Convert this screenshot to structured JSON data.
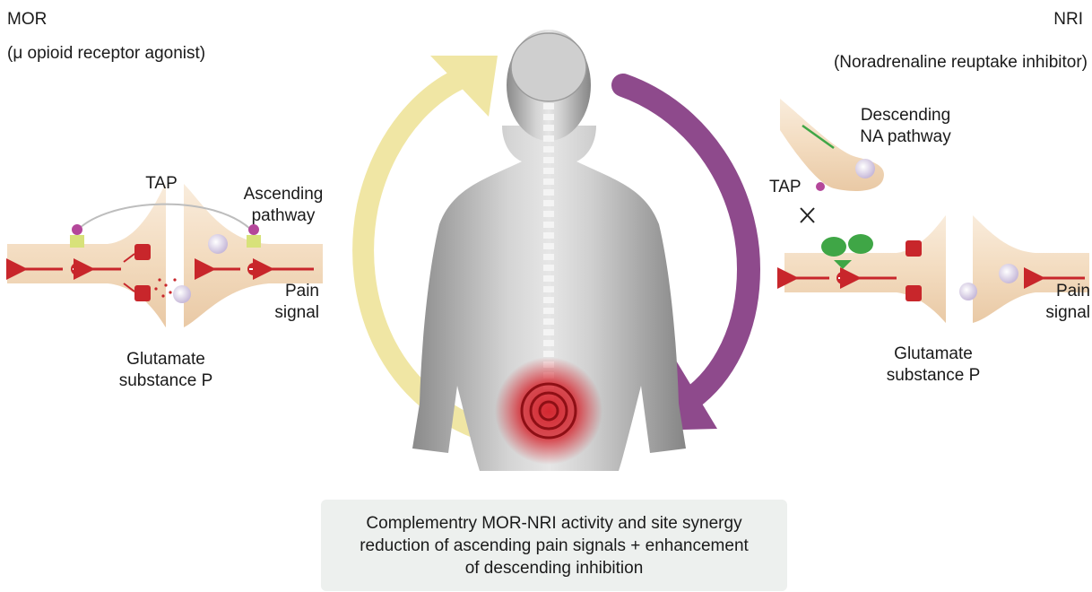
{
  "left_panel": {
    "title": "MOR",
    "subtitle": "(μ opioid receptor agonist)",
    "tap_label": "TAP",
    "pathway_label_1": "Ascending",
    "pathway_label_2": "pathway",
    "pain_label_1": "Pain",
    "pain_label_2": "signal",
    "neuro_label_1": "Glutamate",
    "neuro_label_2": "substance P"
  },
  "right_panel": {
    "title": "NRI",
    "subtitle": "(Noradrenaline reuptake inhibitor)",
    "pathway_label_1": "Descending",
    "pathway_label_2": "NA pathway",
    "tap_label": "TAP",
    "pain_label_1": "Pain",
    "pain_label_2": "signal",
    "neuro_label_1": "Glutamate",
    "neuro_label_2": "substance P"
  },
  "caption": {
    "line1": "Complementry MOR-NRI activity and site synergy",
    "line2": "reduction of ascending pain signals + enhancement",
    "line3": "of descending inhibition"
  },
  "colors": {
    "ascending_arrow": "#f0e6a4",
    "descending_arrow": "#8e4a8c",
    "pain_arrow": "#c8262b",
    "nerve": "#f3dcc0",
    "pain_site": "#d31d26"
  }
}
